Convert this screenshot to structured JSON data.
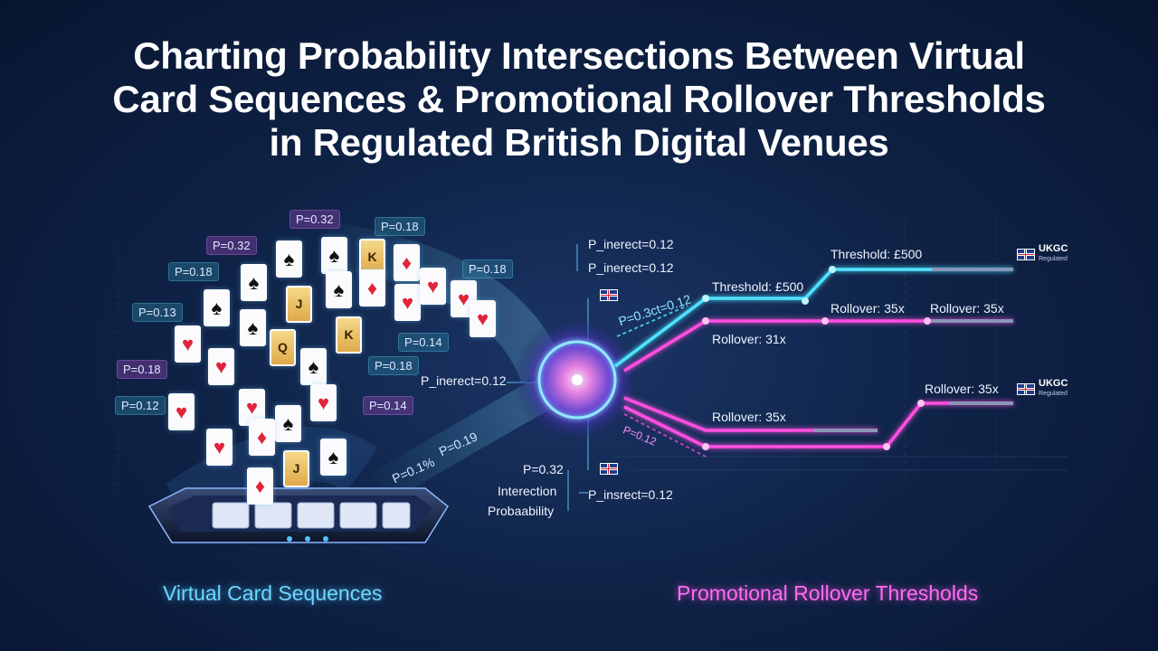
{
  "title": {
    "line1": "Charting Probability Intersections Between Virtual",
    "line2": "Card Sequences & Promotional Rollover Thresholds",
    "line3": "in Regulated British Digital Venues"
  },
  "left_tags": [
    {
      "text": "P=0.32"
    },
    {
      "text": "P=0.18"
    },
    {
      "text": "P=0.32"
    },
    {
      "text": "P=0.18"
    },
    {
      "text": "P=0.18"
    },
    {
      "text": "P=0.13"
    },
    {
      "text": "P=0.14"
    },
    {
      "text": "P=0.18"
    },
    {
      "text": "P=0.18"
    },
    {
      "text": "P=0.14"
    },
    {
      "text": "P=0.12"
    }
  ],
  "stream_labels": {
    "a": "P=0.1%",
    "b": "P=0.19"
  },
  "center_labels": {
    "top1": "P_inerect=0.12",
    "top2": "P_inerect=0.12",
    "left": "P_inerect=0.12",
    "diag_top": "P=0.3ct=0.12",
    "diag_bottom": "P=0.12",
    "bottom_p": "P=0.32",
    "bottom_interection": "Interection",
    "bottom_probability": "Probaability",
    "bottom_right": "P_insrect=0.12"
  },
  "chart_labels": {
    "threshold_upper": "Threshold: £500",
    "threshold_lower": "Threshold: £500",
    "rollover_a": "Rollover: 35x",
    "rollover_b": "Rollover: 35x",
    "rollover_c": "Rollover: 31x",
    "rollover_d": "Rollover: 35x",
    "rollover_e": "Rollover: 35x"
  },
  "badges": [
    {
      "name": "UKGC",
      "sub": "Regulated"
    },
    {
      "name": "UKGC",
      "sub": "Regulated"
    }
  ],
  "footer": {
    "left": "Virtual Card Sequences",
    "right": "Promotional Rollover Thresholds"
  },
  "colors": {
    "cyan_accent": "#4fe3ff",
    "magenta_accent": "#ff4fe0",
    "background": "#0f2347"
  }
}
